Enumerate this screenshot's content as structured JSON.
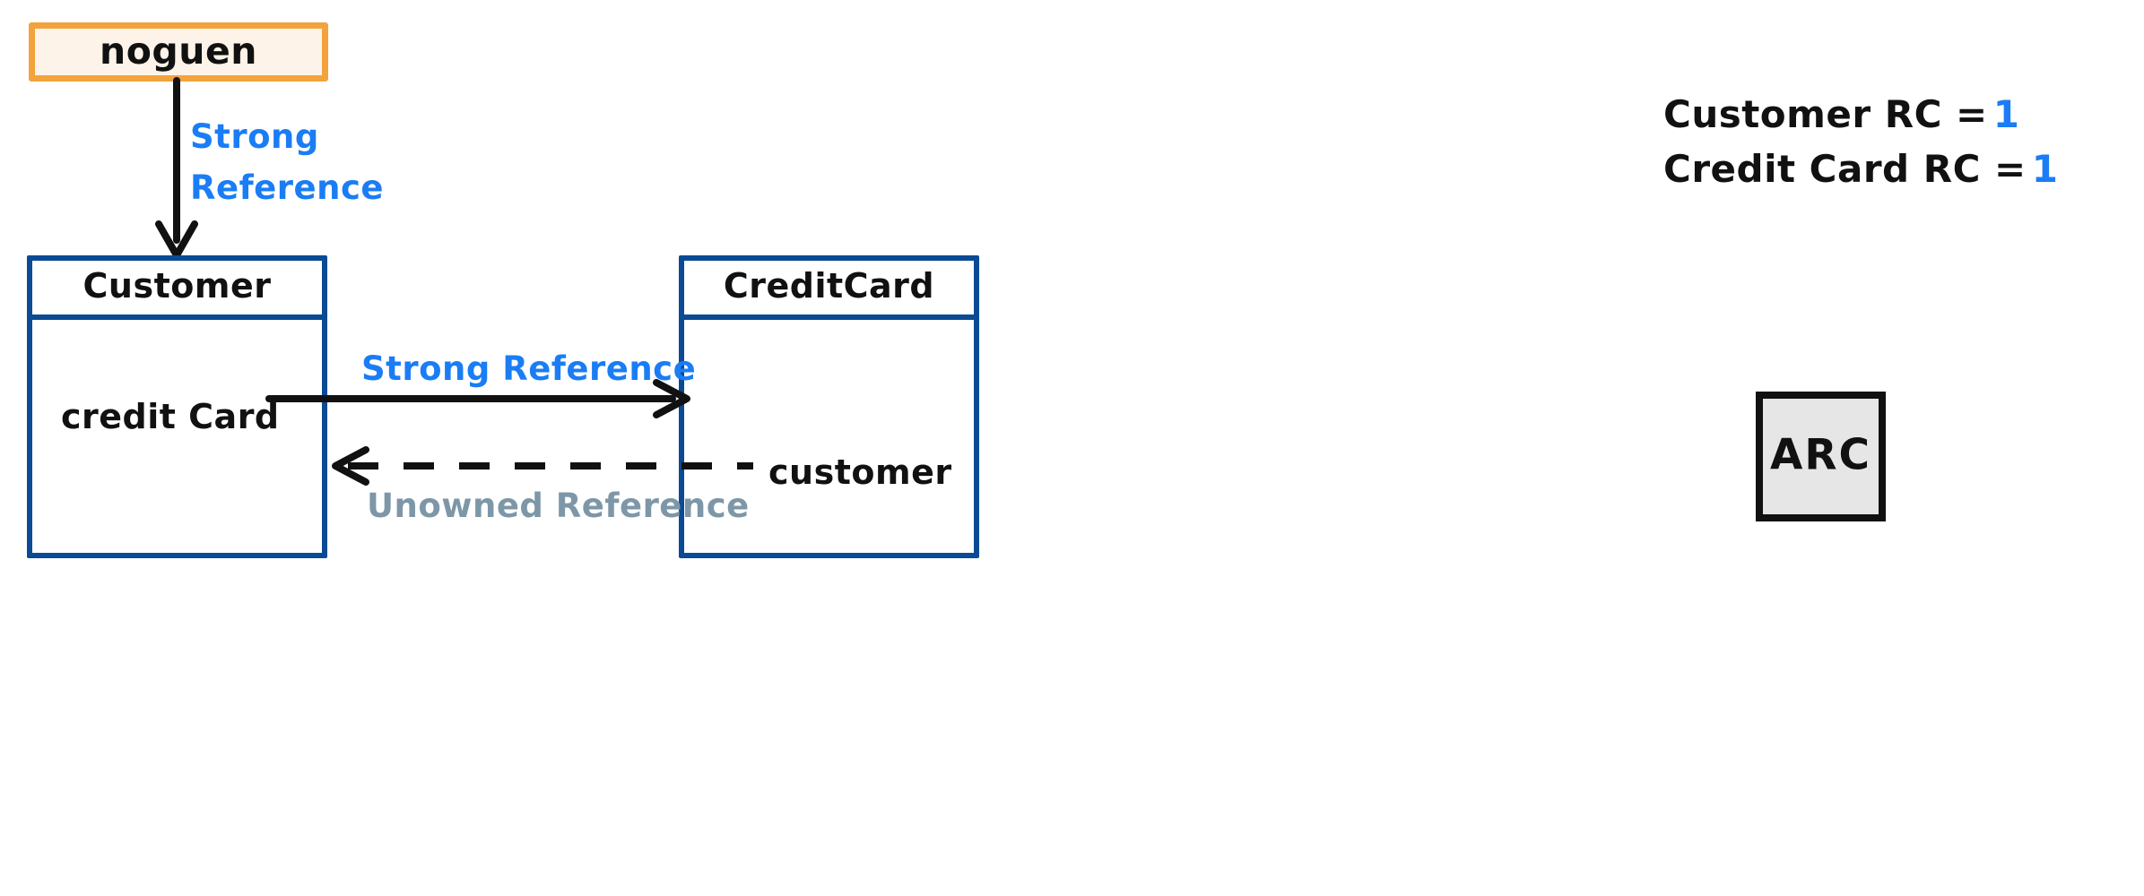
{
  "diagram": {
    "title": "ARC strong and unowned reference diagram",
    "colors": {
      "owner_border": "#f2a33c",
      "owner_fill": "#fdf3e9",
      "class_border": "#0b4a94",
      "strong_label": "#1a7df5",
      "unowned_label": "#7d97a8",
      "arrow": "#111111",
      "arc_fill": "#e6e6e6",
      "arc_border": "#111111"
    }
  },
  "owner": {
    "label": "noguen"
  },
  "classes": [
    {
      "name": "customer",
      "title": "Customer",
      "property": "credit Card"
    },
    {
      "name": "creditcard",
      "title": "CreditCard",
      "property": "customer"
    }
  ],
  "edges": {
    "owner_to_customer": {
      "label_line1": "Strong",
      "label_line2": "Reference",
      "style": "solid",
      "direction": "down"
    },
    "customer_to_creditcard": {
      "label": "Strong   Reference",
      "style": "solid",
      "direction": "right"
    },
    "creditcard_to_customer": {
      "label": "Unowned  Reference",
      "style": "dashed",
      "direction": "left"
    }
  },
  "counters": [
    {
      "name": "Customer RC =",
      "value": "1"
    },
    {
      "name": "Credit Card RC =",
      "value": "1"
    }
  ],
  "badge": {
    "label": "ARC"
  }
}
